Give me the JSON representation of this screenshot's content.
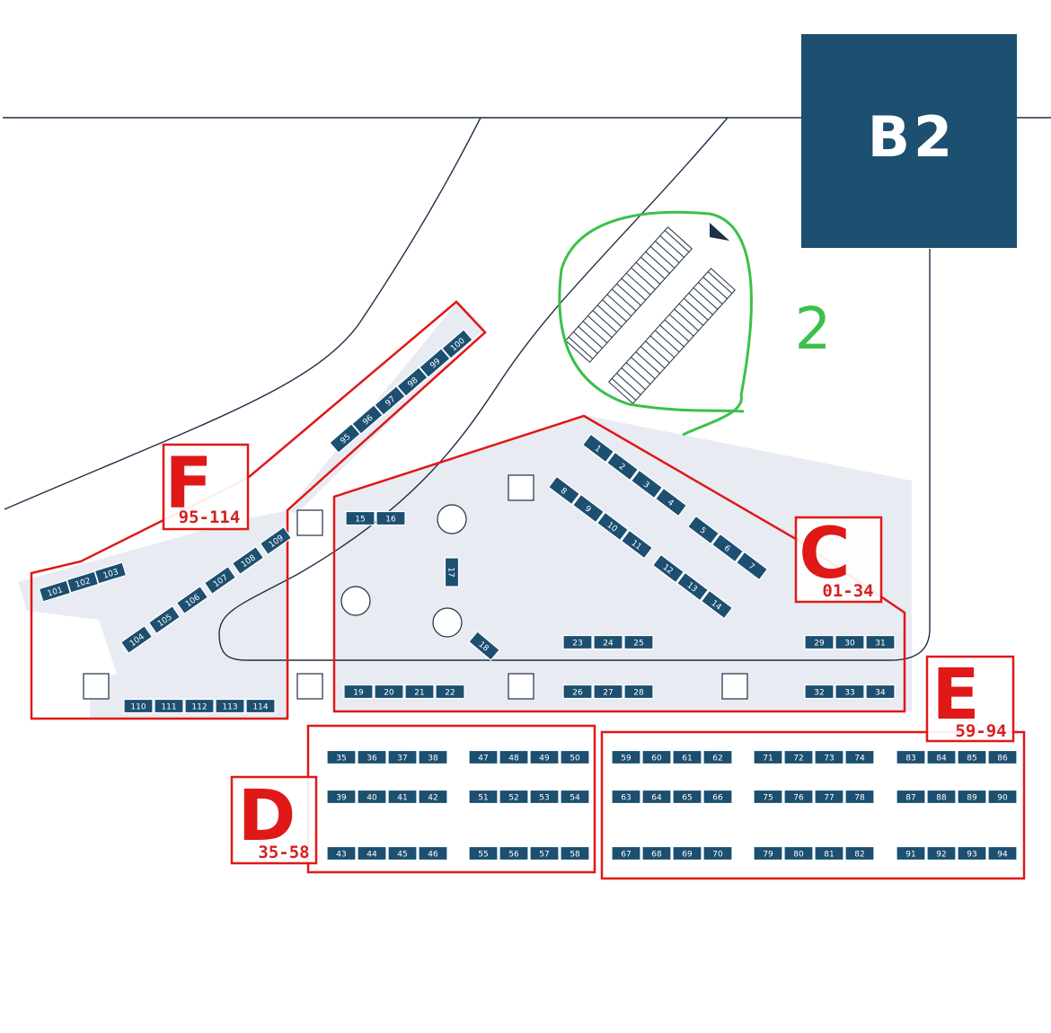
{
  "building": {
    "label": "B2"
  },
  "annotation": {
    "label": "2"
  },
  "zones": [
    {
      "id": "F",
      "letter": "F",
      "range": "95-114"
    },
    {
      "id": "C",
      "letter": "C",
      "range": "01-34"
    },
    {
      "id": "E",
      "letter": "E",
      "range": "59-94"
    },
    {
      "id": "D",
      "letter": "D",
      "range": "35-58"
    }
  ],
  "booths": [
    "1",
    "2",
    "3",
    "4",
    "5",
    "6",
    "7",
    "8",
    "9",
    "10",
    "11",
    "12",
    "13",
    "14",
    "15",
    "16",
    "17",
    "18",
    "19",
    "20",
    "21",
    "22",
    "23",
    "24",
    "25",
    "26",
    "27",
    "28",
    "29",
    "30",
    "31",
    "32",
    "33",
    "34",
    "35",
    "36",
    "37",
    "38",
    "39",
    "40",
    "41",
    "42",
    "43",
    "44",
    "45",
    "46",
    "47",
    "48",
    "49",
    "50",
    "51",
    "52",
    "53",
    "54",
    "55",
    "56",
    "57",
    "58",
    "59",
    "60",
    "61",
    "62",
    "63",
    "64",
    "65",
    "66",
    "67",
    "68",
    "69",
    "70",
    "71",
    "72",
    "73",
    "74",
    "75",
    "76",
    "77",
    "78",
    "79",
    "80",
    "81",
    "82",
    "83",
    "84",
    "85",
    "86",
    "87",
    "88",
    "89",
    "90",
    "91",
    "92",
    "93",
    "94",
    "95",
    "96",
    "97",
    "98",
    "99",
    "100",
    "101",
    "102",
    "103",
    "104",
    "105",
    "106",
    "107",
    "108",
    "109",
    "110",
    "111",
    "112",
    "113",
    "114"
  ],
  "colors": {
    "booth": "#1c4f70",
    "zone_border": "#e01818",
    "area_fill": "#e8ecf2",
    "road": "#1e2f45",
    "highlight": "#3cc04a"
  }
}
